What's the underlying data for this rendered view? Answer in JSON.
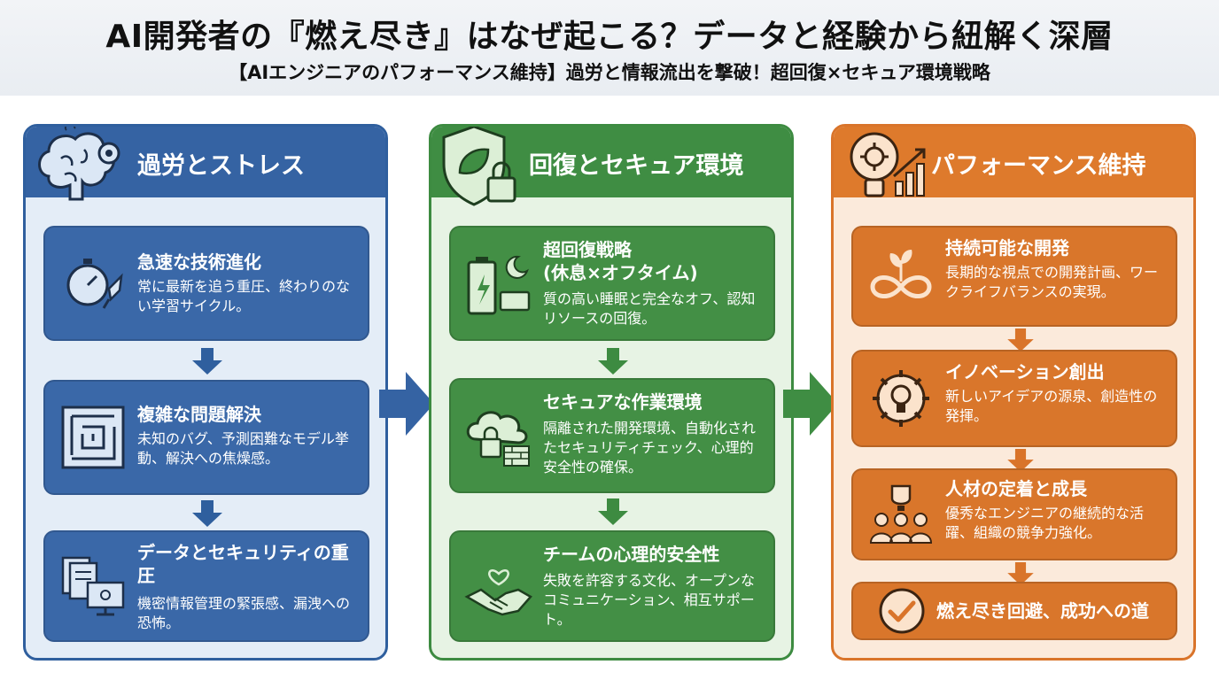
{
  "header": {
    "title": "AI開発者の『燃え尽き』はなぜ起こる？データと経験から紐解く深層",
    "subtitle": "【AIエンジニアのパフォーマンス維持】過労と情報流出を撃破！超回復×セキュア環境戦略"
  },
  "columns": [
    {
      "title": "過労とストレス",
      "icon": "brain-gear-icon",
      "color": "#3563a3",
      "cards": [
        {
          "icon": "stopwatch-rocket-icon",
          "title": "急速な技術進化",
          "desc": "常に最新を追う重圧、終わりのない学習サイクル。"
        },
        {
          "icon": "maze-icon",
          "title": "複雑な問題解決",
          "desc": "未知のバグ、予測困難なモデル挙動、解決への焦燥感。"
        },
        {
          "icon": "documents-monitor-icon",
          "title": "データとセキュリティの重圧",
          "desc": "機密情報管理の緊張感、漏洩への恐怖。"
        }
      ]
    },
    {
      "title": "回復とセキュア環境",
      "icon": "shield-leaf-lock-icon",
      "color": "#3f8d43",
      "cards": [
        {
          "icon": "battery-moon-icon",
          "title": "超回復戦略",
          "title2": "(休息×オフタイム)",
          "desc": "質の高い睡眠と完全なオフ、認知リソースの回復。"
        },
        {
          "icon": "cloud-lock-firewall-icon",
          "title": "セキュアな作業環境",
          "desc": "隔離された開発環境、自動化されたセキュリティチェック、心理的安全性の確保。"
        },
        {
          "icon": "handshake-heart-icon",
          "title": "チームの心理的安全性",
          "desc": "失敗を許容する文化、オープンなコミュニケーション、相互サポート。"
        }
      ]
    },
    {
      "title": "パフォーマンス維持",
      "icon": "lightbulb-growth-icon",
      "color": "#de7a2c",
      "cards": [
        {
          "icon": "infinity-sprout-icon",
          "title": "持続可能な開発",
          "desc": "長期的な視点での開発計画、ワークライフバランスの実現。"
        },
        {
          "icon": "gear-lightbulb-icon",
          "title": "イノベーション創出",
          "desc": "新しいアイデアの源泉、創造性の発揮。"
        },
        {
          "icon": "trophy-team-icon",
          "title": "人材の定着と成長",
          "desc": "優秀なエンジニアの継続的な活躍、組織の競争力強化。"
        },
        {
          "icon": "check-circle-icon",
          "title": "燃え尽き回避、成功への道",
          "desc": ""
        }
      ]
    }
  ]
}
